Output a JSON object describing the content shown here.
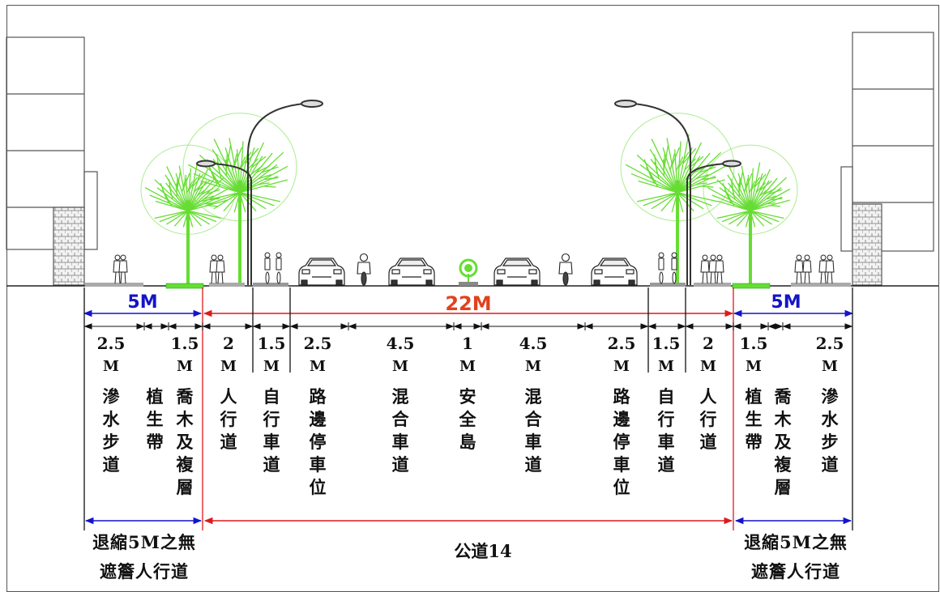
{
  "section_labels": {
    "left_total": "5M",
    "center_total": "22M",
    "right_total": "5M"
  },
  "left_segments": [
    {
      "width": "2.5",
      "unit": "M",
      "label": "滲水步道"
    },
    {
      "width": "",
      "unit": "",
      "label": "植生帶"
    },
    {
      "width": "1.5",
      "unit": "M",
      "label": "喬木及複層"
    }
  ],
  "center_segments": [
    {
      "width": "2",
      "unit": "M",
      "label": "人行道"
    },
    {
      "width": "1.5",
      "unit": "M",
      "label": "自行車道"
    },
    {
      "width": "2.5",
      "unit": "M",
      "label": "路邊停車位"
    },
    {
      "width": "4.5",
      "unit": "M",
      "label": "混合車道"
    },
    {
      "width": "1",
      "unit": "M",
      "label": "安全島"
    },
    {
      "width": "4.5",
      "unit": "M",
      "label": "混合車道"
    },
    {
      "width": "2.5",
      "unit": "M",
      "label": "路邊停車位"
    },
    {
      "width": "1.5",
      "unit": "M",
      "label": "自行車道"
    },
    {
      "width": "2",
      "unit": "M",
      "label": "人行道"
    }
  ],
  "right_segments": [
    {
      "width": "1.5",
      "unit": "M",
      "label": "植生帶"
    },
    {
      "width": "",
      "unit": "",
      "label": "喬木及複層"
    },
    {
      "width": "2.5",
      "unit": "M",
      "label": "滲水步道"
    }
  ],
  "bottom_labels": {
    "left_line1": "退縮5M之無",
    "left_line2": "遮簷人行道",
    "center": "公道14",
    "right_line1": "退縮5M之無",
    "right_line2": "遮簷人行道"
  },
  "colors": {
    "blue": "#1414c8",
    "red": "#dd1a1a",
    "orange": "#e0421e",
    "tree_green": "#66dd33",
    "dark": "#111111"
  },
  "icons": [
    "building-icon",
    "tree-icon",
    "street-lamp-icon",
    "pedestrian-icon",
    "cyclist-icon",
    "car-icon",
    "motorcycle-icon",
    "median-shrub-icon"
  ]
}
